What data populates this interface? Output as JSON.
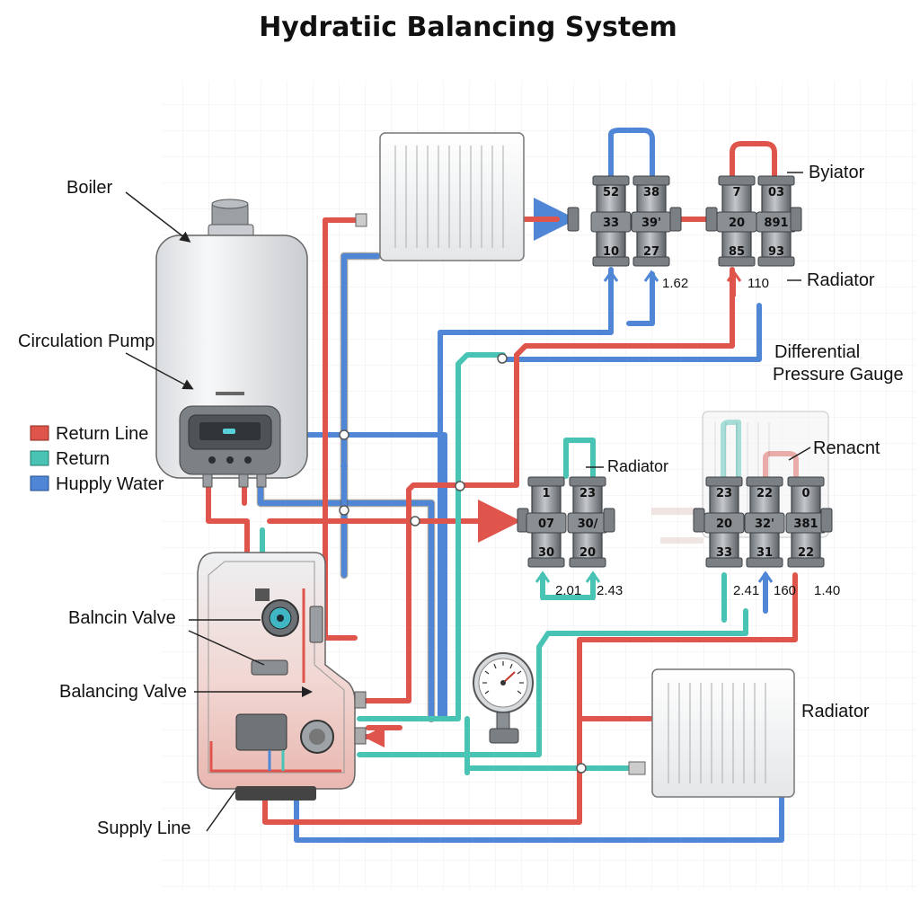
{
  "title": "Hydratiic Balancing System",
  "labels": {
    "boiler": "Boiler",
    "circulation_pump": "Circulation Pump",
    "balancin_valve": "Balncin Valve",
    "balancing_valve": "Balancing Valve",
    "supply_line": "Supply Line",
    "byiator": "Byiator",
    "radiator_top": "Radiator",
    "differential_1": "Differential",
    "differential_2": "Pressure Gauge",
    "radiator_mid": "Radiator",
    "renacnt": "Renacnt",
    "radiator_bottom": "Radiator"
  },
  "legend": [
    {
      "label": "Return Line",
      "color": "#e0554b"
    },
    {
      "label": "Return",
      "color": "#49c3b4"
    },
    {
      "label": "Hupply Water",
      "color": "#4f86d6"
    }
  ],
  "display": {
    "screen_text": "▭"
  },
  "valve_group_1": {
    "top": [
      "52",
      "38"
    ],
    "mid": [
      "33",
      "39'"
    ],
    "bot": [
      "10",
      "27"
    ],
    "reading": "1.62"
  },
  "valve_group_2": {
    "top": [
      "7",
      "03"
    ],
    "mid": [
      "20",
      "891"
    ],
    "bot": [
      "85",
      "93"
    ],
    "reading": "110"
  },
  "valve_group_3": {
    "top": [
      "1",
      "23"
    ],
    "mid": [
      "07",
      "30/"
    ],
    "bot": [
      "30",
      "20"
    ],
    "reading_left": "2.01",
    "reading_right": "2.43"
  },
  "valve_group_4": {
    "top": [
      "23",
      "22",
      "0"
    ],
    "mid": [
      "20",
      "32'",
      "381"
    ],
    "bot": [
      "33",
      "31",
      "22"
    ],
    "reading_1": "2.41",
    "reading_2": "160",
    "reading_3": "1.40"
  },
  "colors": {
    "supply": "#e0554b",
    "return": "#49c3b4",
    "water": "#4f86d6"
  }
}
